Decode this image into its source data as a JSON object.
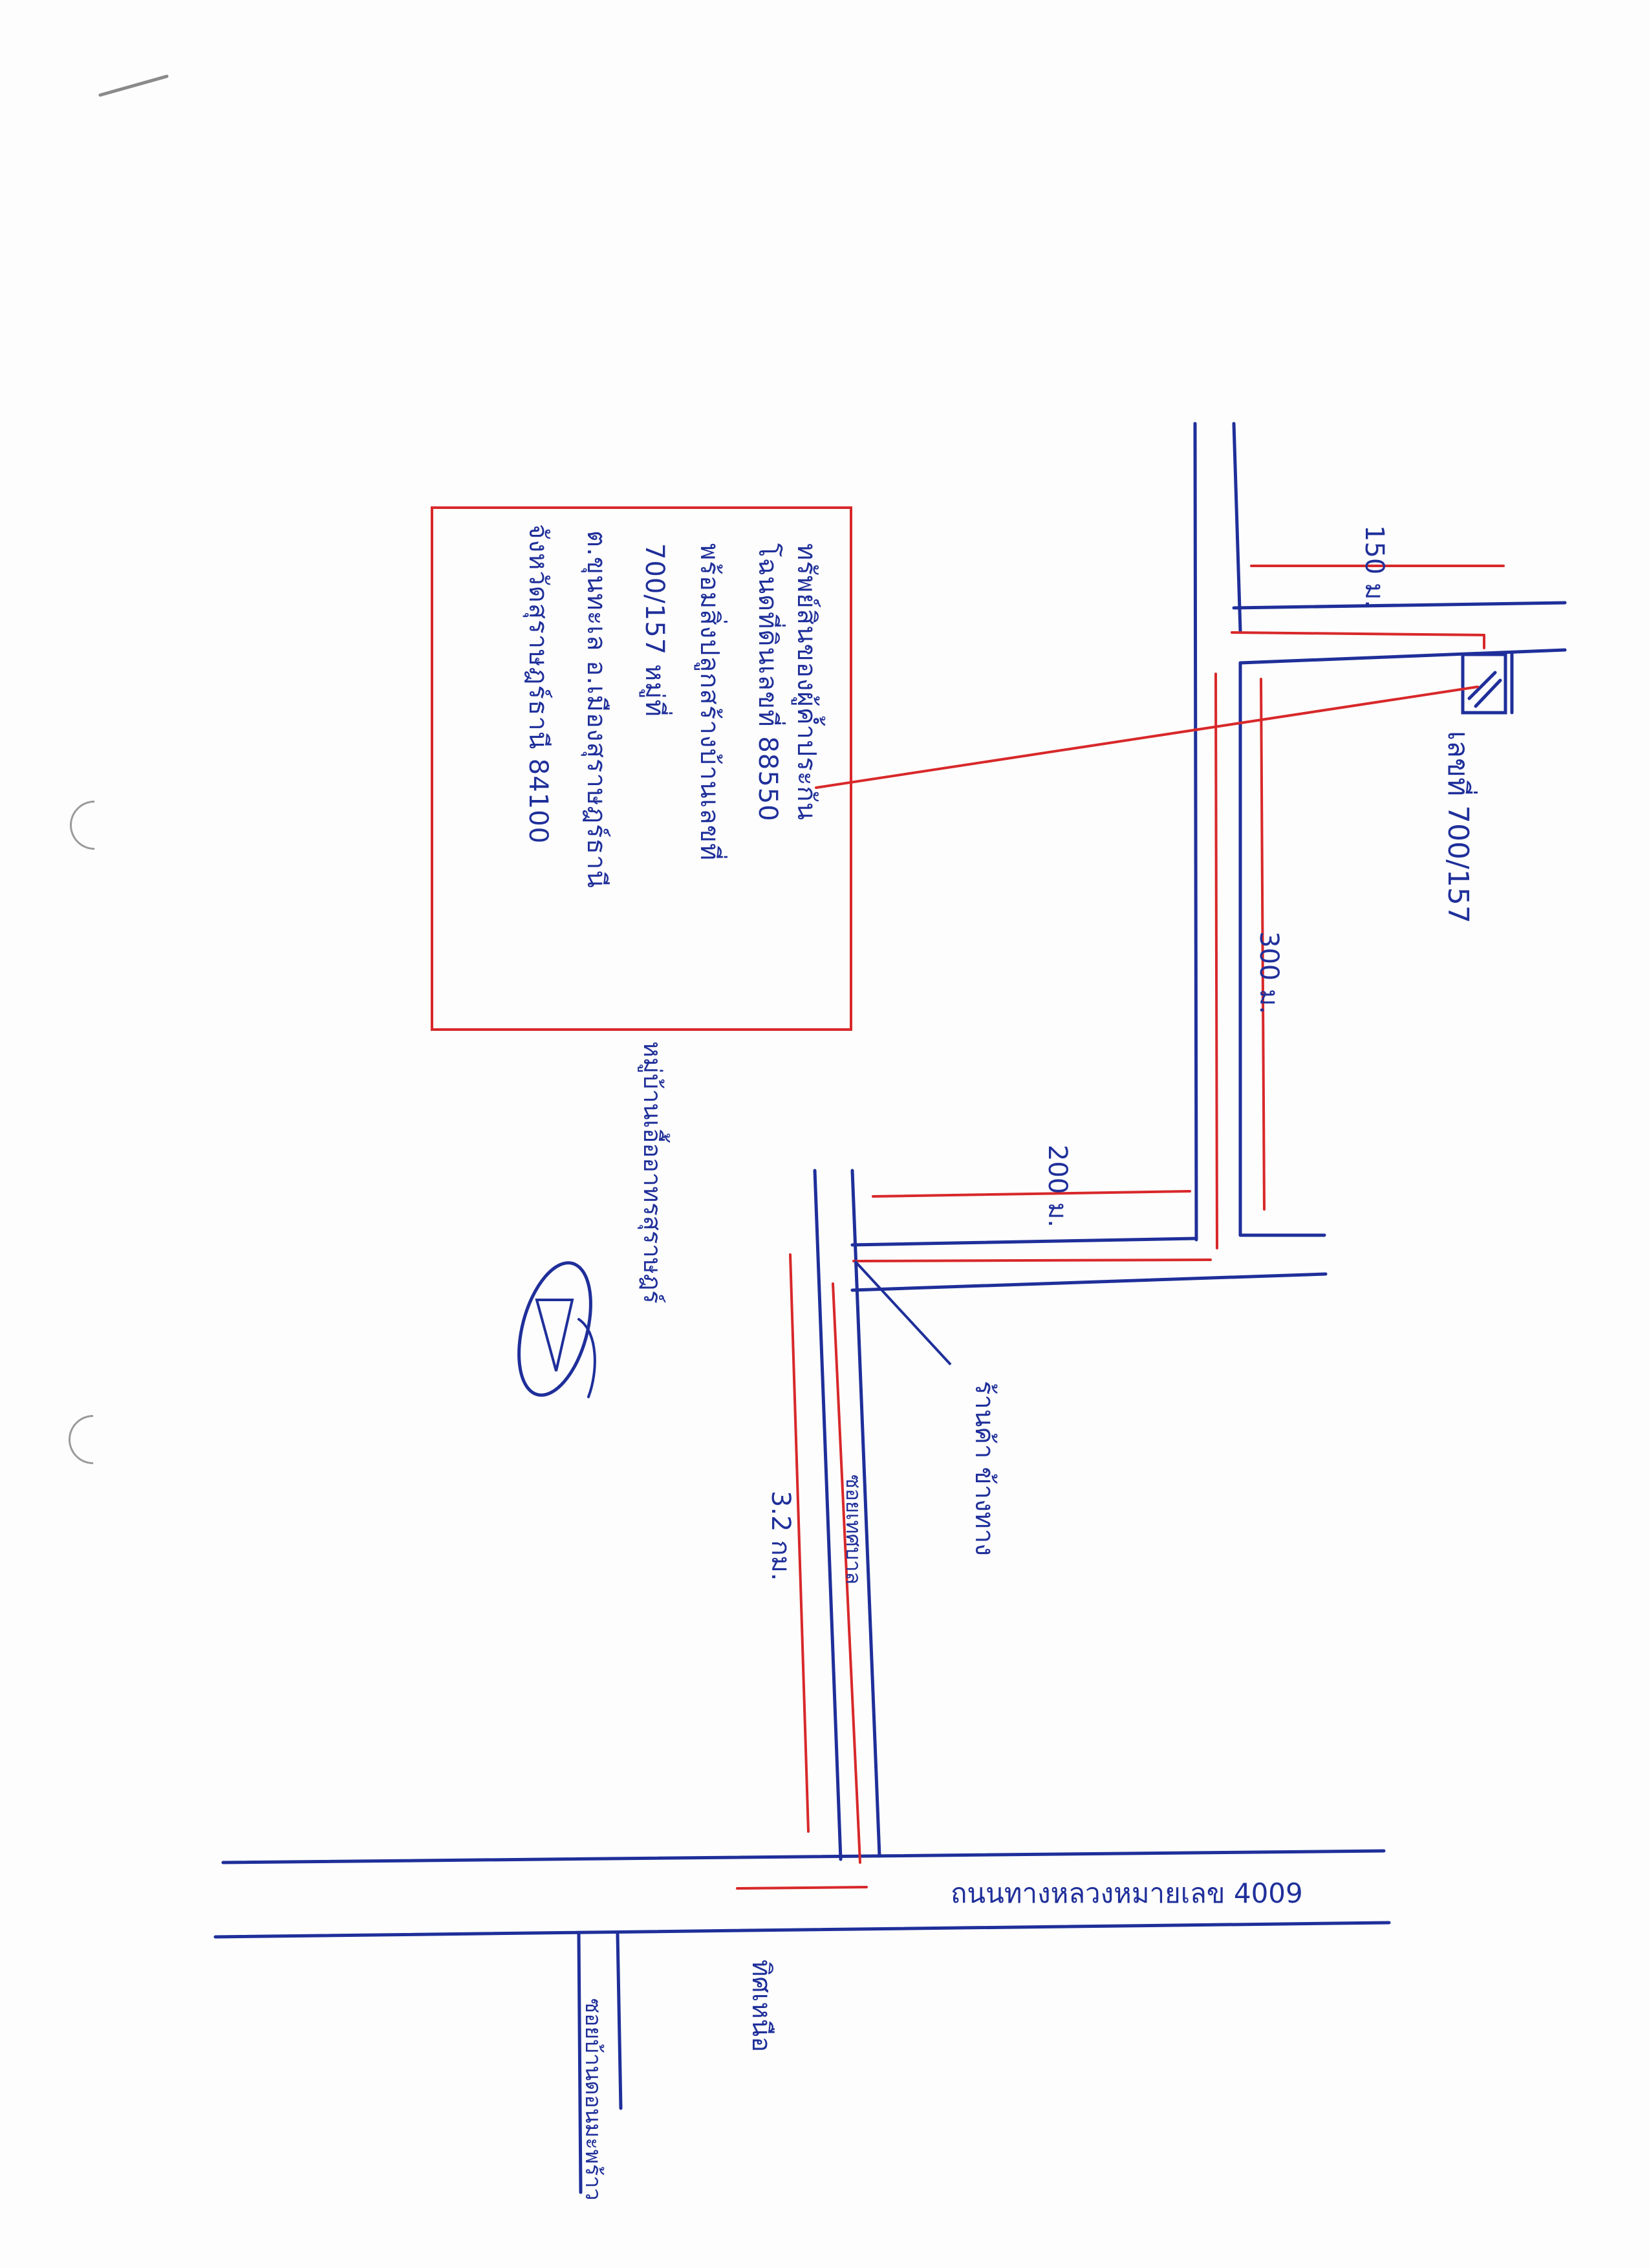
{
  "colors": {
    "ink_blue": "#1f2f9a",
    "ink_red": "#d8282a",
    "paper": "#fdfdfd"
  },
  "note_box": {
    "lines": [
      "ทรัพย์สินของผู้ค้ำประกัน",
      "โฉนดที่ดินเลขที่ 88550",
      "พร้อมสิ่งปลูกสร้างบ้านเลขที่",
      "700/157 หมู่ที่",
      "ต.ขุนทะเล อ.เมืองสุราษฎร์ธานี",
      "จังหวัดสุราษฎร์ธานี 84100"
    ]
  },
  "labels": {
    "house_number": "เลขที่ 700/157",
    "dist_150": "150 ม.",
    "dist_300": "300 ม.",
    "dist_200": "200 ม.",
    "dist_32": "3.2 กม.",
    "soi_bend": "ซอยเทศบาล",
    "stall_note": "ร้านค้า ข้างทาง",
    "village_label": "หมู่บ้านเอื้ออาทรสุราษฎร์",
    "highway": "ถนนทางหลวงหมายเลข 4009",
    "north": "ทิศเหนือ",
    "side_road": "ซอยบ้านดอนมะพร้าว"
  },
  "icons": {
    "north_symbol": "north-arrow-icon",
    "house_marker": "house-icon"
  }
}
